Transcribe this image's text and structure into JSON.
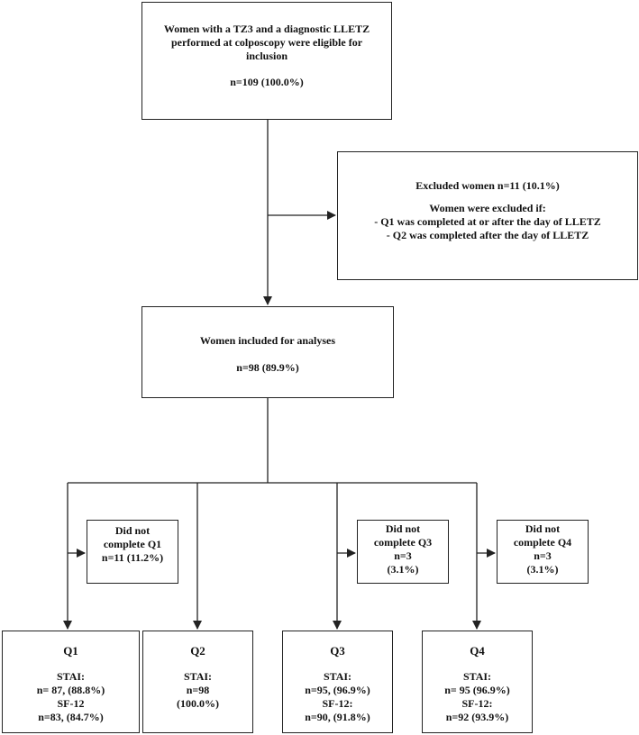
{
  "eligible": {
    "text": [
      "Women with a TZ3 and a diagnostic LLETZ",
      "performed at colposcopy were eligible for",
      "inclusion"
    ],
    "count": "n=109 (100.0%)"
  },
  "excluded": {
    "title": "Excluded women n=11 (10.1%)",
    "criteria_title": "Women were excluded if:",
    "criteria": [
      "- Q1 was completed at or after the day of LLETZ",
      "- Q2 was completed after the day of LLETZ"
    ]
  },
  "included": {
    "title": "Women included for analyses",
    "count": "n=98 (89.9%)"
  },
  "dropouts": [
    {
      "lines": [
        "Did not",
        "complete Q1",
        "n=11 (11.2%)"
      ]
    },
    {
      "lines": [
        "Did not",
        "complete Q3",
        "n=3",
        "(3.1%)"
      ]
    },
    {
      "lines": [
        "Did not",
        "complete Q4",
        "n=3",
        "(3.1%)"
      ]
    }
  ],
  "questionnaires": [
    {
      "title": "Q1",
      "lines": [
        "STAI:",
        "n= 87, (88.8%)",
        "SF-12",
        "n=83, (84.7%)"
      ]
    },
    {
      "title": "Q2",
      "lines": [
        "STAI:",
        "n=98",
        "(100.0%)"
      ]
    },
    {
      "title": "Q3",
      "lines": [
        "STAI:",
        "n=95, (96.9%)",
        "SF-12:",
        "n=90, (91.8%)"
      ]
    },
    {
      "title": "Q4",
      "lines": [
        "STAI:",
        "n= 95 (96.9%)",
        "SF-12:",
        "n=92 (93.9%)"
      ]
    }
  ]
}
